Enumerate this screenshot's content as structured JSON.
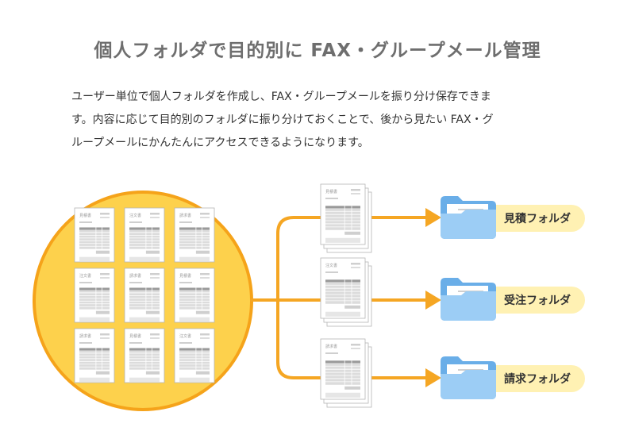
{
  "title": "個人フォルダで目的別に FAX・グループメール管理",
  "description": [
    "ユーザー単位で個人フォルダを作成し、FAX・グループメールを振り分け保存できま",
    "す。内容に応じて目的別のフォルダに振り分けておくことで、後から見たい FAX・グ",
    "ループメールにかんたんにアクセスできるようになります。"
  ],
  "pool_documents": [
    "見積書",
    "注文書",
    "請求書",
    "注文書",
    "請求書",
    "見積書",
    "請求書",
    "見積書",
    "注文書"
  ],
  "stacks": [
    "見積書",
    "注文書",
    "請求書"
  ],
  "folders": [
    "見積フォルダ",
    "受注フォルダ",
    "請求フォルダ"
  ],
  "colors": {
    "circle_fill": "#fdd14c",
    "circle_stroke": "#f5a31a",
    "connector": "#f5a623",
    "label_bg": "#fff1b3",
    "folder_back": "#6aaee8",
    "folder_front": "#9ccdf5"
  }
}
